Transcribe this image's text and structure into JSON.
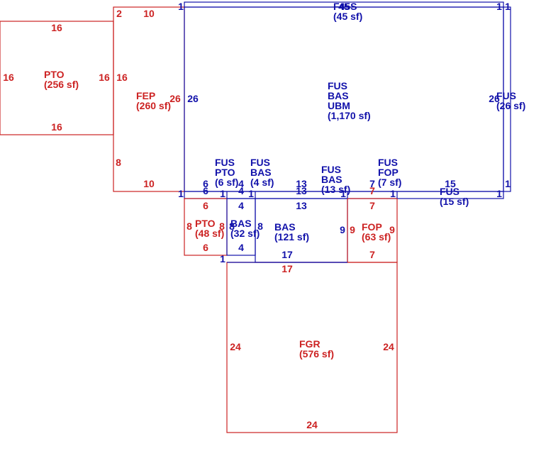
{
  "colors": {
    "red": "#cc2222",
    "blue": "#1111aa"
  },
  "areas": {
    "pto_left": {
      "lines": [
        "PTO",
        "(256 sf)"
      ],
      "color": "red"
    },
    "fep": {
      "lines": [
        "FEP",
        "(260 sf)"
      ],
      "color": "red"
    },
    "fus_top": {
      "lines": [
        "F45S",
        "(45 sf)"
      ],
      "color": "blue"
    },
    "main": {
      "lines": [
        "FUS",
        "BAS",
        "UBM",
        "(1,170 sf)"
      ],
      "color": "blue"
    },
    "fus_right": {
      "lines": [
        "FUS",
        "(26 sf)"
      ],
      "color": "blue"
    },
    "fus_pto": {
      "lines": [
        "FUS",
        "PTO",
        "(6 sf)"
      ],
      "color": "blue"
    },
    "fus_bas_4": {
      "lines": [
        "FUS",
        "BAS",
        "(4 sf)"
      ],
      "color": "blue"
    },
    "fus_bas_13": {
      "lines": [
        "FUS",
        "BAS",
        "(13 sf)"
      ],
      "color": "blue"
    },
    "fus_fop": {
      "lines": [
        "FUS",
        "FOP",
        "(7 sf)"
      ],
      "color": "blue"
    },
    "fus_15": {
      "lines": [
        "FUS",
        "(15 sf)"
      ],
      "color": "blue"
    },
    "pto_48": {
      "lines": [
        "PTO",
        "(48 sf)"
      ],
      "color": "red"
    },
    "bas_32": {
      "lines": [
        "BAS",
        "(32 sf)"
      ],
      "color": "blue"
    },
    "bas_121": {
      "lines": [
        "BAS",
        "(121 sf)"
      ],
      "color": "blue"
    },
    "fop_63": {
      "lines": [
        "FOP",
        "(63 sf)"
      ],
      "color": "red"
    },
    "fgr": {
      "lines": [
        "FGR",
        "(576 sf)"
      ],
      "color": "red"
    }
  },
  "dimensions": {
    "pto_left_top": "16",
    "pto_left_bottom": "16",
    "pto_left_left": "16",
    "pto_left_right": "16",
    "fep_top_a": "2",
    "fep_top_b": "10",
    "fep_left_a": "16",
    "fep_left_b": "8",
    "fep_bottom": "10",
    "fep_right": "26",
    "main_left": "26",
    "main_right": "26",
    "main_top_left_1": "1",
    "main_top_right_1": "1",
    "main_top_right_2": "1",
    "main_top_45": "45",
    "fus_right_1": "1",
    "fus_right_1b": "1",
    "corner_1_a": "1",
    "corner_1_b": "1",
    "corner_1_c": "1",
    "corner_1_d": "1",
    "corner_1_e": "1",
    "corner_1_f": "1",
    "strip_6_a": "6",
    "strip_6_b": "6",
    "strip_4_a": "4",
    "strip_4_b": "4",
    "strip_13_a": "13",
    "strip_13_b": "13",
    "strip_7_a": "7",
    "strip_7_b": "7",
    "strip_15": "15",
    "pto48_top": "6",
    "pto48_bottom": "6",
    "pto48_left": "8",
    "pto48_right": "8",
    "bas32_top": "4",
    "bas32_bottom": "4",
    "bas32_left": "8",
    "bas32_right": "8",
    "bas121_top": "13",
    "bas121_bottom": "17",
    "bas121_right": "9",
    "fop63_left": "9",
    "fop63_right": "9",
    "fop63_top": "7",
    "fop63_bottom": "7",
    "fgr_top": "17",
    "fgr_left": "24",
    "fgr_right": "24",
    "fgr_bottom": "24",
    "bas_bottom_1": "1"
  }
}
